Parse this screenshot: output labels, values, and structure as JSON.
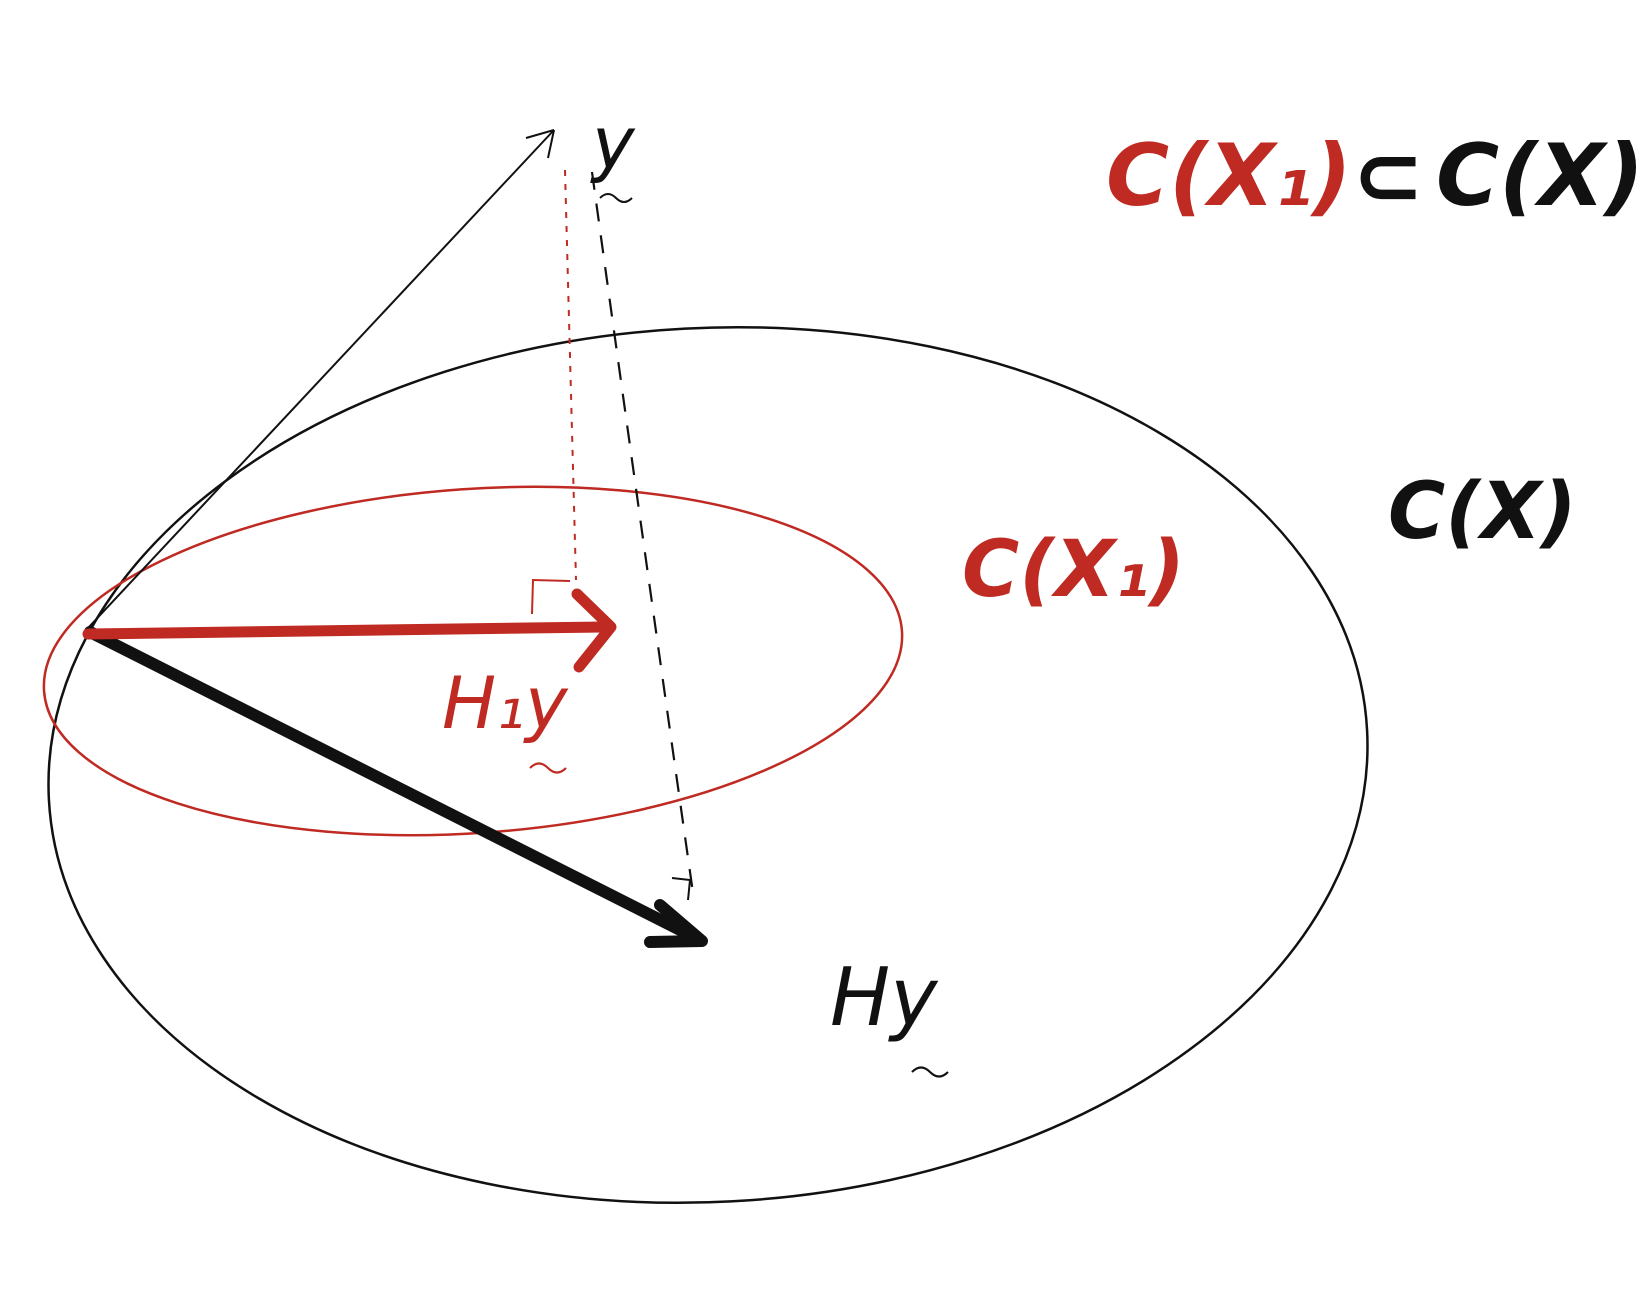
{
  "colors": {
    "ink": "#111111",
    "red": "#bf2a22",
    "background": "#ffffff"
  },
  "labels": {
    "vector_y": "y",
    "hy": "Hy",
    "h1y": "H₁y",
    "cx": "C(X)",
    "cx1": "C(X₁)"
  },
  "relation": {
    "left": "C(X₁)",
    "operator": "⊂",
    "right": "C(X)"
  }
}
